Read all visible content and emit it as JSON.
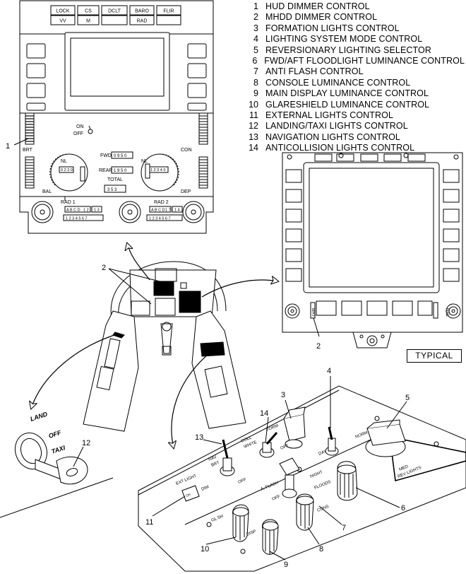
{
  "legend": [
    {
      "num": "1",
      "text": "HUD DIMMER CONTROL"
    },
    {
      "num": "2",
      "text": "MHDD DIMMER CONTROL"
    },
    {
      "num": "3",
      "text": "FORMATION LIGHTS CONTROL"
    },
    {
      "num": "4",
      "text": "LIGHTING SYSTEM MODE CONTROL"
    },
    {
      "num": "5",
      "text": "REVERSIONARY LIGHTING SELECTOR"
    },
    {
      "num": "6",
      "text": "FWD/AFT FLOODLIGHT LUMINANCE CONTROL"
    },
    {
      "num": "7",
      "text": "ANTI FLASH CONTROL"
    },
    {
      "num": "8",
      "text": "CONSOLE LUMINANCE CONTROL"
    },
    {
      "num": "9",
      "text": "MAIN DISPLAY LUMINANCE CONTROL"
    },
    {
      "num": "10",
      "text": "GLARESHIELD LUMINANCE CONTROL"
    },
    {
      "num": "11",
      "text": "EXTERNAL LIGHTS CONTROL"
    },
    {
      "num": "12",
      "text": "LANDING/TAXI LIGHTS CONTROL"
    },
    {
      "num": "13",
      "text": "NAVIGATION LIGHTS CONTROL"
    },
    {
      "num": "14",
      "text": "ANTICOLLISION LIGHTS CONTROL"
    }
  ],
  "typical_label": "TYPICAL",
  "hud_panel": {
    "top_buttons": [
      "LOCK",
      "CS",
      "DCLT",
      "BARO",
      "FLIR"
    ],
    "second_buttons": [
      "VV",
      "M",
      "RAD"
    ],
    "on": "ON",
    "off": "OFF",
    "brt": "BRT",
    "con": "CON",
    "bal": "BAL",
    "dep": "DEP",
    "nl_left": "NL",
    "nl_right": "NL",
    "fwd": "FWD",
    "fwd_value": "0 9 5 0",
    "rear": "REAR",
    "rear_value": "1 9 5 0",
    "total": "TOTAL",
    "total_value": "3 5 3",
    "left_stack": "0 2 3 0",
    "right_stack": "1 2 3 4 0",
    "rad1": "RAD 1",
    "rad2": "RAD 2",
    "rad1_row1": "A B C D",
    "rad1_row1b": "1 2",
    "rad1_row1c": "1 3",
    "rad1_row2": "1 2 3 4 5 6 7",
    "rad2_row1": "A B C D",
    "rad2_row1b": "1 7",
    "rad2_row1c": "1 4",
    "rad2_row2": "1 2 3 4 5 6 7"
  },
  "mhdd": {
    "brt": "BRT",
    "bal": "BAL"
  },
  "console": {
    "ext_light": "EXT LIGHT",
    "on_ext": "On",
    "dim": "DIM",
    "nav": "NAV",
    "brt": "BRT",
    "off_nav": "OFF",
    "coll": "COLL",
    "white": "WHITE",
    "form": "FORM",
    "off_form": "OFF",
    "a_flash": "A. FLASH",
    "day": "DAY",
    "night": "NIGHT",
    "floods": "FLOODS",
    "norm": "NORM",
    "med": "MED",
    "rev_lights": "REV LIGHTS",
    "gl": "GL SH",
    "disp": "DISP",
    "off_knob": "OFF",
    "cons": "CONS"
  },
  "taxi": {
    "land": "LAND",
    "off": "OFF",
    "taxi": "TAXI"
  },
  "callouts": {
    "c1": "1",
    "c2a": "2",
    "c2b": "2",
    "c3": "3",
    "c4": "4",
    "c5": "5",
    "c6": "6",
    "c7": "7",
    "c8": "8",
    "c9": "9",
    "c10": "10",
    "c11": "11",
    "c12": "12",
    "c13": "13",
    "c14": "14"
  }
}
